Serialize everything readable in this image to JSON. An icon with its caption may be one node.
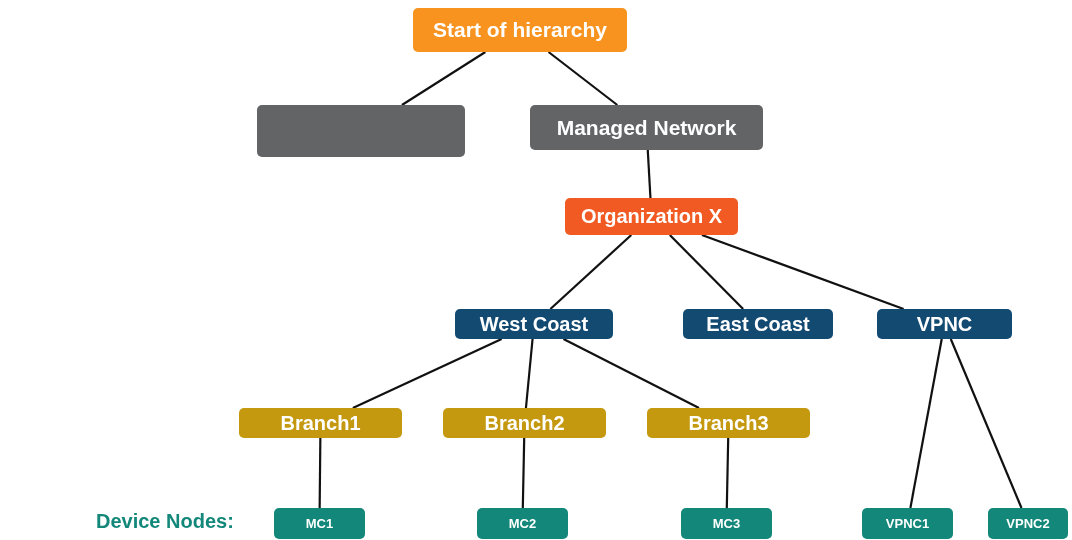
{
  "diagram": {
    "nodes": [
      {
        "text": [
          "Start of hierarchy"
        ]
      },
      {
        "text": [],
        "shape": "box"
      },
      {
        "text": [
          "Managed Network"
        ]
      },
      {
        "text": [
          "Organization X"
        ]
      },
      {
        "text": [
          "West Coast"
        ]
      },
      {
        "text": [
          "East Coast"
        ]
      },
      {
        "text": [
          "VPNC"
        ]
      },
      {
        "text": [
          "Branch1"
        ]
      },
      {
        "text": [
          "Branch2"
        ]
      },
      {
        "text": [
          "Branch3"
        ]
      },
      {
        "text": [
          "MC1"
        ]
      },
      {
        "text": [
          "MC2"
        ]
      },
      {
        "text": [
          "MC3"
        ]
      },
      {
        "text": [
          "VPNC1"
        ]
      },
      {
        "text": [
          "VPNC2"
        ]
      }
    ],
    "edges": [
      {
        "from": 0,
        "to": 1,
        "arrow": "none"
      },
      {
        "from": 0,
        "to": 2,
        "arrow": "none"
      },
      {
        "from": 2,
        "to": 3,
        "arrow": "none"
      },
      {
        "from": 3,
        "to": 4,
        "arrow": "none"
      },
      {
        "from": 3,
        "to": 5,
        "arrow": "none"
      },
      {
        "from": 3,
        "to": 6,
        "arrow": "none"
      },
      {
        "from": 4,
        "to": 7,
        "arrow": "none"
      },
      {
        "from": 4,
        "to": 8,
        "arrow": "none"
      },
      {
        "from": 4,
        "to": 9,
        "arrow": "none"
      },
      {
        "from": 7,
        "to": 10,
        "arrow": "none"
      },
      {
        "from": 8,
        "to": 11,
        "arrow": "none"
      },
      {
        "from": 9,
        "to": 12,
        "arrow": "none"
      },
      {
        "from": 6,
        "to": 13,
        "arrow": "none"
      },
      {
        "from": 6,
        "to": 14,
        "arrow": "none"
      }
    ],
    "labels": [
      "Device Nodes:"
    ]
  }
}
